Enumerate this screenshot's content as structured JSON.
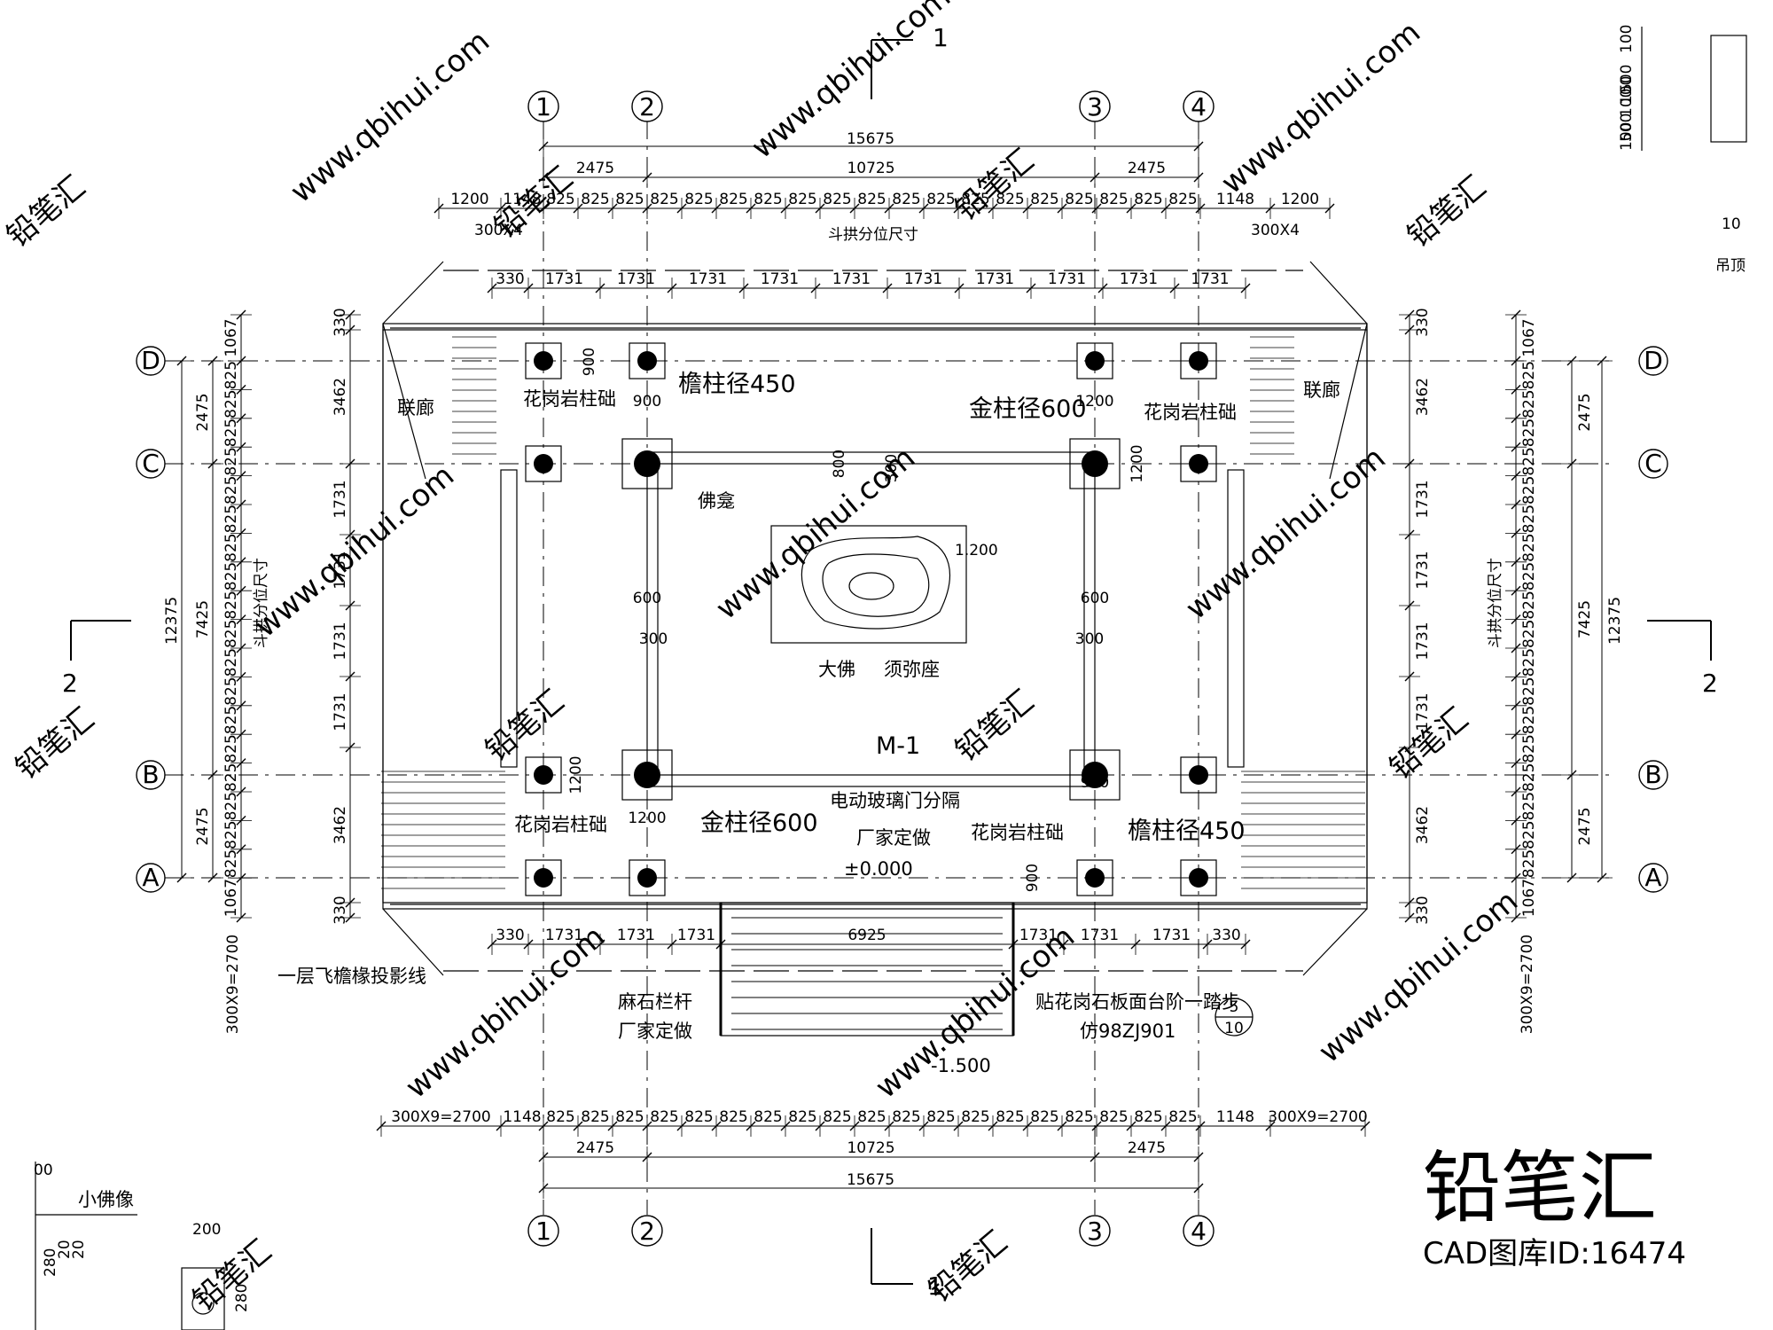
{
  "labels": {
    "section_1": "1",
    "section_2": "2",
    "lianlang": "联廊",
    "huagangyan_zhuchu": "花岗岩柱础",
    "yanzhu_450": "檐柱径450",
    "jinzhu_600": "金柱径600",
    "fokan": "佛龛",
    "dafo": "大佛",
    "xumizuo": "须弥座",
    "door_code": "M-1",
    "door_desc_1": "电动玻璃门分隔",
    "door_desc_2": "厂家定做",
    "elev_0": "±0.000",
    "elev_neg": "-1.500",
    "dou_gong": "斗拱分位尺寸",
    "yiceng_line": "一层飞檐椽投影线",
    "mashi_1": "麻石栏杆",
    "mashi_2": "厂家定做",
    "steps": "贴花岗石板面台阶一踏步",
    "steps_ref": "仿98ZJ901",
    "detail_top": "5",
    "detail_bot": "10",
    "xiaofoxiang": "小佛像",
    "diaoding": "吊顶",
    "slope": "1.200"
  },
  "axes": {
    "cols": [
      "1",
      "2",
      "3",
      "4"
    ],
    "rows": [
      "D",
      "C",
      "B",
      "A"
    ]
  },
  "dims": {
    "total": "15675",
    "mid": [
      "2475",
      "10725",
      "2475"
    ],
    "row3": [
      "1200",
      "1148",
      "825",
      "825",
      "825",
      "825",
      "825",
      "825",
      "825",
      "825",
      "825",
      "825",
      "825",
      "825",
      "825",
      "825",
      "825",
      "825",
      "825",
      "825",
      "825",
      "1148",
      "1200"
    ],
    "side_top": [
      "300X4",
      "300X4"
    ],
    "bays": [
      "330",
      "1731",
      "1731",
      "1731",
      "1731",
      "1731",
      "1731",
      "1731",
      "1731",
      "1731",
      "1731",
      "330"
    ],
    "front": [
      "330",
      "1731",
      "1731",
      "1731",
      "6925",
      "1731",
      "1731",
      "1731",
      "330"
    ],
    "bottom_row": [
      "300X9=2700",
      "1148",
      "825",
      "825",
      "825",
      "825",
      "825",
      "825",
      "825",
      "825",
      "825",
      "825",
      "825",
      "825",
      "825",
      "825",
      "825",
      "825",
      "825",
      "825",
      "825",
      "1148",
      "300X9=2700"
    ],
    "left_inner": [
      "330",
      "3462",
      "1731",
      "1731",
      "1731",
      "1731",
      "3462",
      "330"
    ],
    "left_mid": [
      "1067",
      "825",
      "825",
      "825",
      "825",
      "825",
      "825",
      "825",
      "825",
      "825",
      "825",
      "825",
      "825",
      "825",
      "825",
      "825",
      "825",
      "825",
      "825",
      "1067"
    ],
    "left_outer": [
      "2475",
      "7425",
      "2475"
    ],
    "left_total": "12375",
    "side_bottom": "300X9=2700",
    "col_900": "900",
    "col_1200": "1200",
    "col_600": "600",
    "col_300": "300",
    "col_800": "800",
    "right_top": [
      "100",
      "500",
      "100",
      "100",
      "500",
      "100"
    ],
    "right_10": "10",
    "small_dims": [
      "200",
      "280",
      "280",
      "80",
      "20",
      "20",
      "00"
    ]
  },
  "watermark": {
    "url": "www.qbihui.com",
    "name": "铅笔汇",
    "brand": "铅笔汇",
    "brand_id": "CAD图库ID:16474"
  }
}
